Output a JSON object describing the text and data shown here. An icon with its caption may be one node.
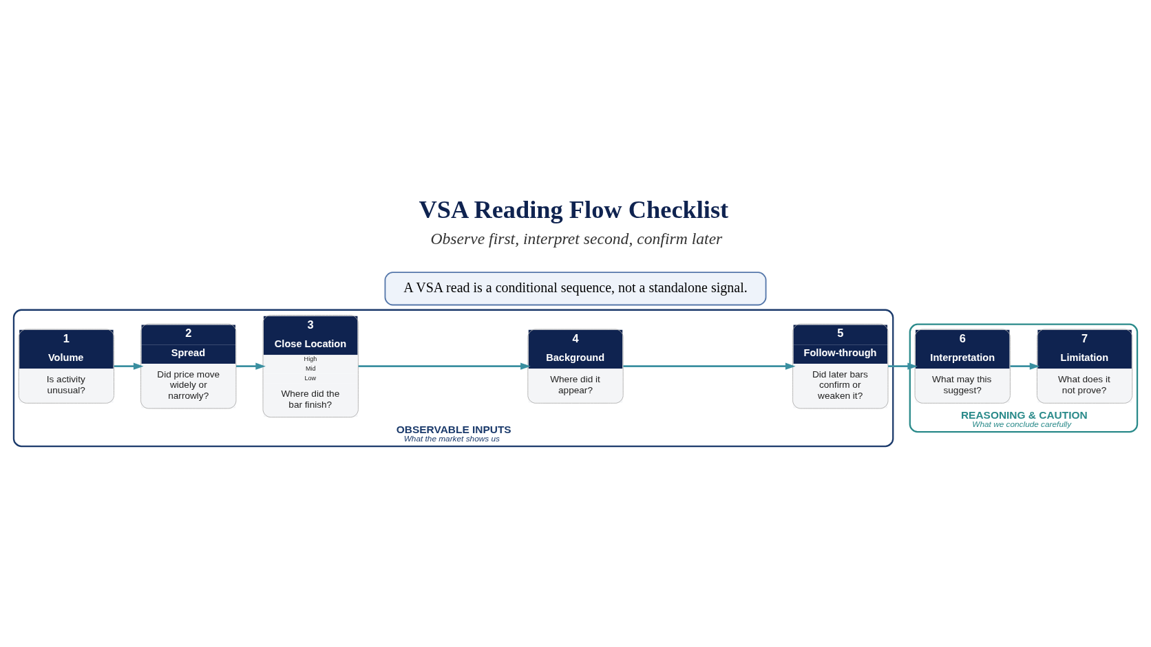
{
  "diagram": {
    "title": "VSA Reading Flow Checklist",
    "nodes": [
      {
        "text": [
          "OBSERVABLE INPUTS",
          "What the market shows us"
        ]
      },
      {
        "text": [
          "1",
          "Volume",
          "Is activity unusual?"
        ],
        "in": 0
      },
      {
        "text": [
          "2",
          "Spread",
          "Did price move widely or narrowly?"
        ],
        "in": 0
      },
      {
        "text": [
          "3",
          "Close Location",
          "High",
          "Mid",
          "Low",
          "Where did the bar finish?"
        ],
        "in": 0
      },
      {
        "text": [
          "4",
          "Background",
          "Where did it appear?"
        ],
        "in": 0
      },
      {
        "text": [
          "5",
          "Follow-through",
          "Did later bars confirm or weaken it?"
        ],
        "in": 0
      },
      {
        "text": [
          "REASONING & CAUTION",
          "What we conclude carefully"
        ]
      },
      {
        "text": [
          "6",
          "Interpretation",
          "What may this suggest?"
        ],
        "in": 6
      },
      {
        "text": [
          "7",
          "Limitation",
          "What does it not prove?"
        ],
        "in": 6
      },
      {
        "text": [
          "A VSA read is a conditional sequence, not a standalone signal."
        ]
      }
    ],
    "edges": [
      {
        "from": 1,
        "to": 2,
        "arrow": "to"
      },
      {
        "from": 2,
        "to": 3,
        "arrow": "to"
      },
      {
        "from": 3,
        "to": 4,
        "arrow": "to"
      },
      {
        "from": 4,
        "to": 5,
        "arrow": "to"
      },
      {
        "from": 5,
        "to": 7,
        "arrow": "to"
      },
      {
        "from": 7,
        "to": 8,
        "arrow": "to"
      }
    ],
    "labels": [
      "Observe first, interpret second, confirm later"
    ]
  }
}
